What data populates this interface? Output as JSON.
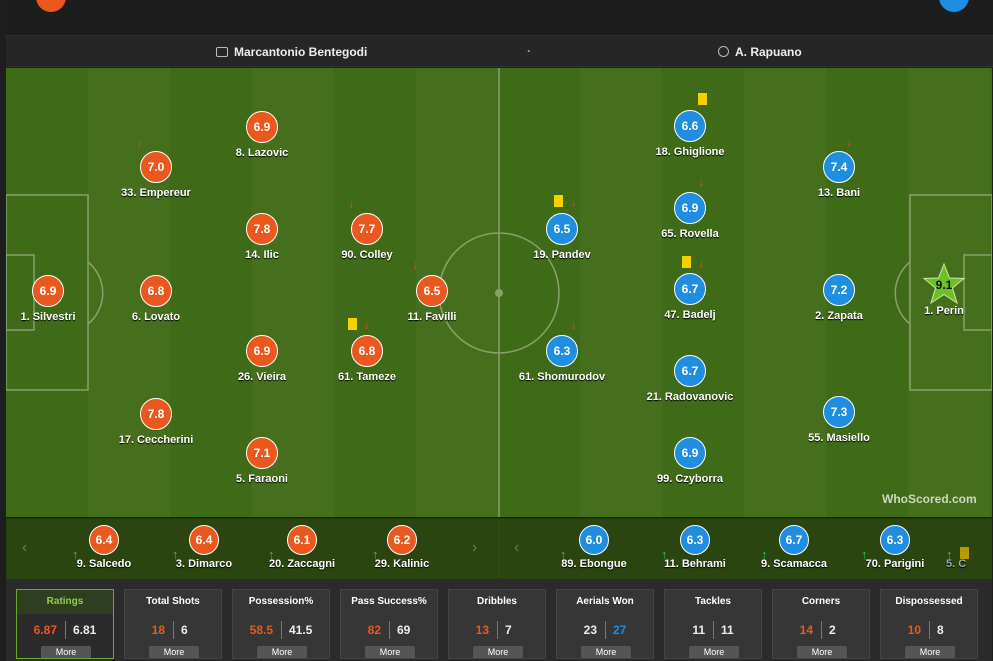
{
  "header": {
    "venue": "Marcantonio Bentegodi",
    "separator": "·",
    "referee": "A. Rapuano"
  },
  "home_players": [
    {
      "name": "1. Silvestri",
      "rating": "6.9"
    },
    {
      "name": "33. Empereur",
      "rating": "7.0"
    },
    {
      "name": "6. Lovato",
      "rating": "6.8"
    },
    {
      "name": "17. Ceccherini",
      "rating": "7.8"
    },
    {
      "name": "8. Lazovic",
      "rating": "6.9"
    },
    {
      "name": "14. Ilic",
      "rating": "7.8"
    },
    {
      "name": "26. Vieira",
      "rating": "6.9"
    },
    {
      "name": "5. Faraoni",
      "rating": "7.1"
    },
    {
      "name": "90. Colley",
      "rating": "7.7"
    },
    {
      "name": "61. Tameze",
      "rating": "6.8"
    },
    {
      "name": "11. Favilli",
      "rating": "6.5"
    }
  ],
  "away_players": [
    {
      "name": "19. Pandev",
      "rating": "6.5"
    },
    {
      "name": "61. Shomurodov",
      "rating": "6.3"
    },
    {
      "name": "18. Ghiglione",
      "rating": "6.6"
    },
    {
      "name": "65. Rovella",
      "rating": "6.9"
    },
    {
      "name": "47. Badelj",
      "rating": "6.7"
    },
    {
      "name": "21. Radovanovic",
      "rating": "6.7"
    },
    {
      "name": "99. Czyborra",
      "rating": "6.9"
    },
    {
      "name": "13. Bani",
      "rating": "7.4"
    },
    {
      "name": "2. Zapata",
      "rating": "7.2"
    },
    {
      "name": "55. Masiello",
      "rating": "7.3"
    },
    {
      "name": "1. Perin",
      "rating": "9.1"
    }
  ],
  "home_subs": [
    {
      "name": "9. Salcedo",
      "rating": "6.4"
    },
    {
      "name": "3. Dimarco",
      "rating": "6.4"
    },
    {
      "name": "20. Zaccagni",
      "rating": "6.1"
    },
    {
      "name": "29. Kalinic",
      "rating": "6.2"
    }
  ],
  "away_subs": [
    {
      "name": "89. Ebongue",
      "rating": "6.0"
    },
    {
      "name": "11. Behrami",
      "rating": "6.3"
    },
    {
      "name": "9. Scamacca",
      "rating": "6.7"
    },
    {
      "name": "70. Parigini",
      "rating": "6.3"
    },
    {
      "name": "5. C",
      "rating": ""
    }
  ],
  "logo": "WhoScored.com",
  "stats": [
    {
      "title": "Ratings",
      "home": "6.87",
      "away": "6.81",
      "more": "More"
    },
    {
      "title": "Total Shots",
      "home": "18",
      "away": "6",
      "more": "More"
    },
    {
      "title": "Possession%",
      "home": "58.5",
      "away": "41.5",
      "more": "More"
    },
    {
      "title": "Pass Success%",
      "home": "82",
      "away": "69",
      "more": "More"
    },
    {
      "title": "Dribbles",
      "home": "13",
      "away": "7",
      "more": "More"
    },
    {
      "title": "Aerials Won",
      "home": "23",
      "away": "27",
      "more": "More"
    },
    {
      "title": "Tackles",
      "home": "11",
      "away": "11",
      "more": "More"
    },
    {
      "title": "Corners",
      "home": "14",
      "away": "2",
      "more": "More"
    },
    {
      "title": "Dispossessed",
      "home": "10",
      "away": "8",
      "more": "More"
    }
  ],
  "colors": {
    "home": "#e8581f",
    "away": "#1f8de0",
    "pitch": "#3f6a18",
    "motm": "#6dbf2a"
  }
}
